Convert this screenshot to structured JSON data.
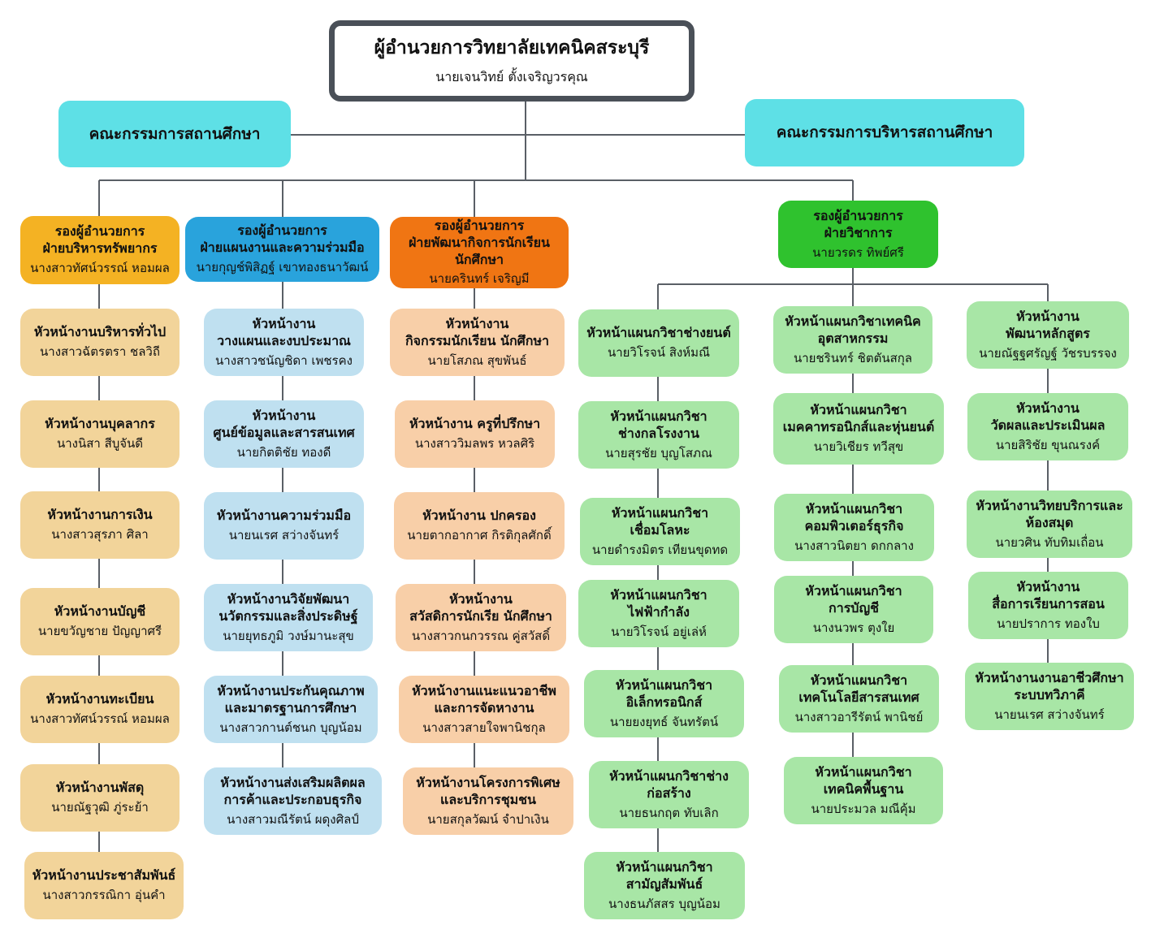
{
  "director": {
    "title": "ผู้อำนวยการวิทยาลัยเทคนิคสระบุรี",
    "name": "นายเจนวิทย์ ตั้งเจริญวรคุณ"
  },
  "committees": {
    "left": "คณะกรรมการสถานศึกษา",
    "right": "คณะกรรมการบริหารสถานศึกษา"
  },
  "colors": {
    "line": "#5a5f66",
    "resources_dep": "#f4b223",
    "resources_item": "#f2d49a",
    "planning_dep": "#29a3dc",
    "planning_item": "#bfe0f0",
    "student_dep": "#f07513",
    "student_item": "#f8cfa8",
    "academic_dep": "#2fc22e",
    "academic_item": "#a8e6a6",
    "committee": "#5ee0e6"
  },
  "columns": [
    {
      "deputy": {
        "title": "รองผู้อำนวยการ\nฝ่ายบริหารทรัพยากร",
        "name": "นางสาวทัศน์วรรณ์ หอมผล"
      },
      "items": [
        {
          "title": "หัวหน้างานบริหารทั่วไป",
          "name": "นางสาวฉัตรตรา ชลวิถี"
        },
        {
          "title": "หัวหน้างานบุคลากร",
          "name": "นางนิสา สีบูจันดี"
        },
        {
          "title": "หัวหน้างานการเงิน",
          "name": "นางสาวสุรภา ศิลา"
        },
        {
          "title": "หัวหน้างานบัญชี",
          "name": "นายขวัญชาย ปัญญาศรี"
        },
        {
          "title": "หัวหน้างานทะเบียน",
          "name": "นางสาวทัศน์วรรณ์ หอมผล"
        },
        {
          "title": "หัวหน้างานพัสดุ",
          "name": "นายณัฐวุฒิ ภู่ระย้า"
        },
        {
          "title": "หัวหน้างานประชาสัมพันธ์",
          "name": "นางสาวกรรณิกา อุ่นคำ"
        }
      ]
    },
    {
      "deputy": {
        "title": "รองผู้อำนวยการ\nฝ่ายแผนงานและความร่วมมือ",
        "name": "นายกุญช์พิสิฏฐ์ เขาทองธนาวัฒน์"
      },
      "items": [
        {
          "title": "หัวหน้างาน\nวางแผนและงบประมาณ",
          "name": "นางสาวชนัญชิดา เพชรคง"
        },
        {
          "title": "หัวหน้างาน\nศูนย์ข้อมูลและสารสนเทศ",
          "name": "นายกิตติชัย ทองดี"
        },
        {
          "title": "หัวหน้างานความร่วมมือ",
          "name": "นายนเรศ สว่างจันทร์"
        },
        {
          "title": "หัวหน้างานวิจัยพัฒนา\nนวัตกรรมและสิ่งประดิษฐ์",
          "name": "นายยุทธภูมิ วงษ์มานะสุข"
        },
        {
          "title": "หัวหน้างานประกันคุณภาพ\nและมาตรฐานการศึกษา",
          "name": "นางสาวกานต์ชนก บุญน้อม"
        },
        {
          "title": "หัวหน้างานส่งเสริมผลิตผล\nการค้าและประกอบธุรกิจ",
          "name": "นางสาวมณีรัตน์ ผดุงศิลป์"
        }
      ]
    },
    {
      "deputy": {
        "title": "รองผู้อำนวยการ\nฝ่ายพัฒนากิจการนักเรียน\nนักศึกษา",
        "name": "นายครินทร์ เจริญมี"
      },
      "items": [
        {
          "title": "หัวหน้างาน\nกิจกรรมนักเรียน นักศึกษา",
          "name": "นายโสภณ สุขพันธ์"
        },
        {
          "title": "หัวหน้างาน ครูที่ปรึกษา",
          "name": "นางสาววิมลพร หวลศิริ"
        },
        {
          "title": "หัวหน้างาน ปกครอง",
          "name": "นายตากอากาศ กิรติกุลศักดิ์"
        },
        {
          "title": "หัวหน้างาน\nสวัสดิการนักเรีย นักศึกษา",
          "name": "นางสาวกนกวรรณ คู่สวัสดิ์"
        },
        {
          "title": "หัวหน้างานแนะแนวอาชีพ\nและการจัดหางาน",
          "name": "นางสาวสายใจพานิชกุล"
        },
        {
          "title": "หัวหน้างานโครงการพิเศษ\nและบริการชุมชน",
          "name": "นายสกุลวัฒน์ จำปาเงิน"
        }
      ]
    }
  ],
  "academic": {
    "deputy": {
      "title": "รองผู้อำนวยการ\nฝ่ายวิชาการ",
      "name": "นายวรดร ทิพย์ศรี"
    },
    "columns": [
      [
        {
          "title": "หัวหน้าแผนกวิชาช่างยนต์",
          "name": "นายวิโรจน์ สิงห์มณี"
        },
        {
          "title": "หัวหน้าแผนกวิชา\nช่างกลโรงงาน",
          "name": "นายสุรชัย บุญโสภณ"
        },
        {
          "title": "หัวหน้าแผนกวิชา\nเชื่อมโลหะ",
          "name": "นายดำรงมิตร เทียนขุดทด"
        },
        {
          "title": "หัวหน้าแผนกวิชา\nไฟฟ้ากำลัง",
          "name": "นายวิโรจน์ อยู่เล่ห์"
        },
        {
          "title": "หัวหน้าแผนกวิชา\nอิเล็กทรอนิกส์",
          "name": "นายยงยุทธ์ จันทรัตน์"
        },
        {
          "title": "หัวหน้าแผนกวิชาช่าง\nก่อสร้าง",
          "name": "นายธนกฤต ทับเลิก"
        },
        {
          "title": "หัวหน้าแผนกวิชา\nสามัญสัมพันธ์",
          "name": "นางธนภัสสร บุญน้อม"
        }
      ],
      [
        {
          "title": "หัวหน้าแผนกวิชาเทคนิค\nอุตสาหกรรม",
          "name": "นายชรินทร์ ชิตตันสกุล"
        },
        {
          "title": "หัวหน้าแผนกวิชา\nเมคคาทรอนิกส์และหุ่นยนต์",
          "name": "นายวิเชียร ทวีสุข"
        },
        {
          "title": "หัวหน้าแผนกวิชา\nคอมพิวเตอร์ธุรกิจ",
          "name": "นางสาวนิตยา ดกกลาง"
        },
        {
          "title": "หัวหน้าแผนกวิชา\nการบัญชี",
          "name": "นางนวพร ตุงใย"
        },
        {
          "title": "หัวหน้าแผนกวิชา\nเทคโนโลยีสารสนเทศ",
          "name": "นางสาวอารีรัตน์ พานิชย์"
        },
        {
          "title": "หัวหน้าแผนกวิชา\nเทคนิคพื้นฐาน",
          "name": "นายประมวล มณีคุ้ม"
        }
      ],
      [
        {
          "title": "หัวหน้างาน\nพัฒนาหลักสูตร",
          "name": "นายณัฐฐศรัญฐ์ วัชรบรรจง"
        },
        {
          "title": "หัวหน้างาน\nวัดผลและประเมินผล",
          "name": "นายสิริชัย ขุนณรงค์"
        },
        {
          "title": "หัวหน้างานวิทยบริการและ\nห้องสมุด",
          "name": "นายวศิน ทับทิมเถื่อน"
        },
        {
          "title": "หัวหน้างาน\nสื่อการเรียนการสอน",
          "name": "นายปราการ ทองใบ"
        },
        {
          "title": "หัวหน้างานงานอาชีวศึกษา\nระบบทวิภาคี",
          "name": "นายนเรศ สว่างจันทร์"
        }
      ]
    ]
  }
}
